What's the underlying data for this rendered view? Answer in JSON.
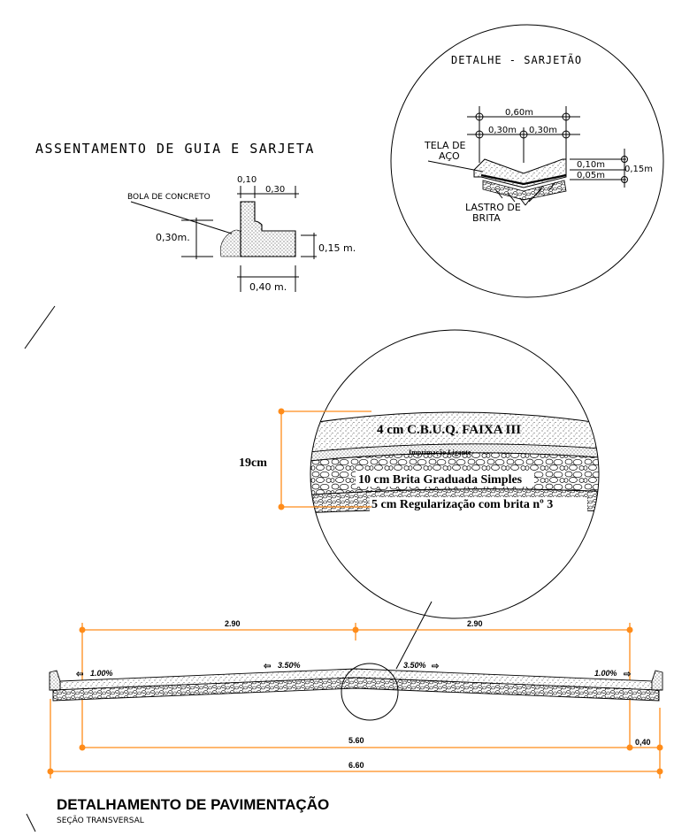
{
  "curb_section": {
    "title": "ASSENTAMENTO DE GUIA E SARJETA",
    "concrete_label": "BOLA DE CONCRETO",
    "dim_top_left": "0,10",
    "dim_top_right": "0,30",
    "dim_height": "0,30m.",
    "dim_gutter": "0,15 m.",
    "dim_base": "0,40 m."
  },
  "gutter_detail": {
    "title": "DETALHE - SARJETÃO",
    "dim_total_width": "0,60m",
    "dim_half_left": "0,30m",
    "dim_half_right": "0,30m",
    "mesh_label_1": "TELA DE",
    "mesh_label_2": "AÇO",
    "dim_top_layer": "0,10m",
    "dim_bottom_layer": "0,05m",
    "dim_total_depth": "0,15m",
    "base_label_1": "LASTRO DE",
    "base_label_2": "BRITA"
  },
  "layer_detail": {
    "total_thickness": "19cm",
    "layer_1": "4 cm  C.B.U.Q. FAIXA III",
    "tack_coat": "Imprimação Ligante",
    "layer_2": "10 cm  Brita Graduada Simples",
    "layer_3": "5 cm  Regularização com brita nº 3"
  },
  "cross_section": {
    "dim_left_half": "2.90",
    "dim_right_half": "2.90",
    "slope_left_shoulder": "1.00%",
    "slope_left_lane": "3.50%",
    "slope_right_lane": "3.50%",
    "slope_right_shoulder": "1.00%",
    "dim_paved_width": "5.60",
    "dim_sidewalk": "0,40",
    "dim_total_width": "6.60"
  },
  "footer": {
    "title": "DETALHAMENTO DE PAVIMENTAÇÃO",
    "subtitle": "SEÇÃO TRANSVERSAL"
  },
  "colors": {
    "dimension_orange": "#ff8c1a",
    "line_black": "#000000"
  }
}
